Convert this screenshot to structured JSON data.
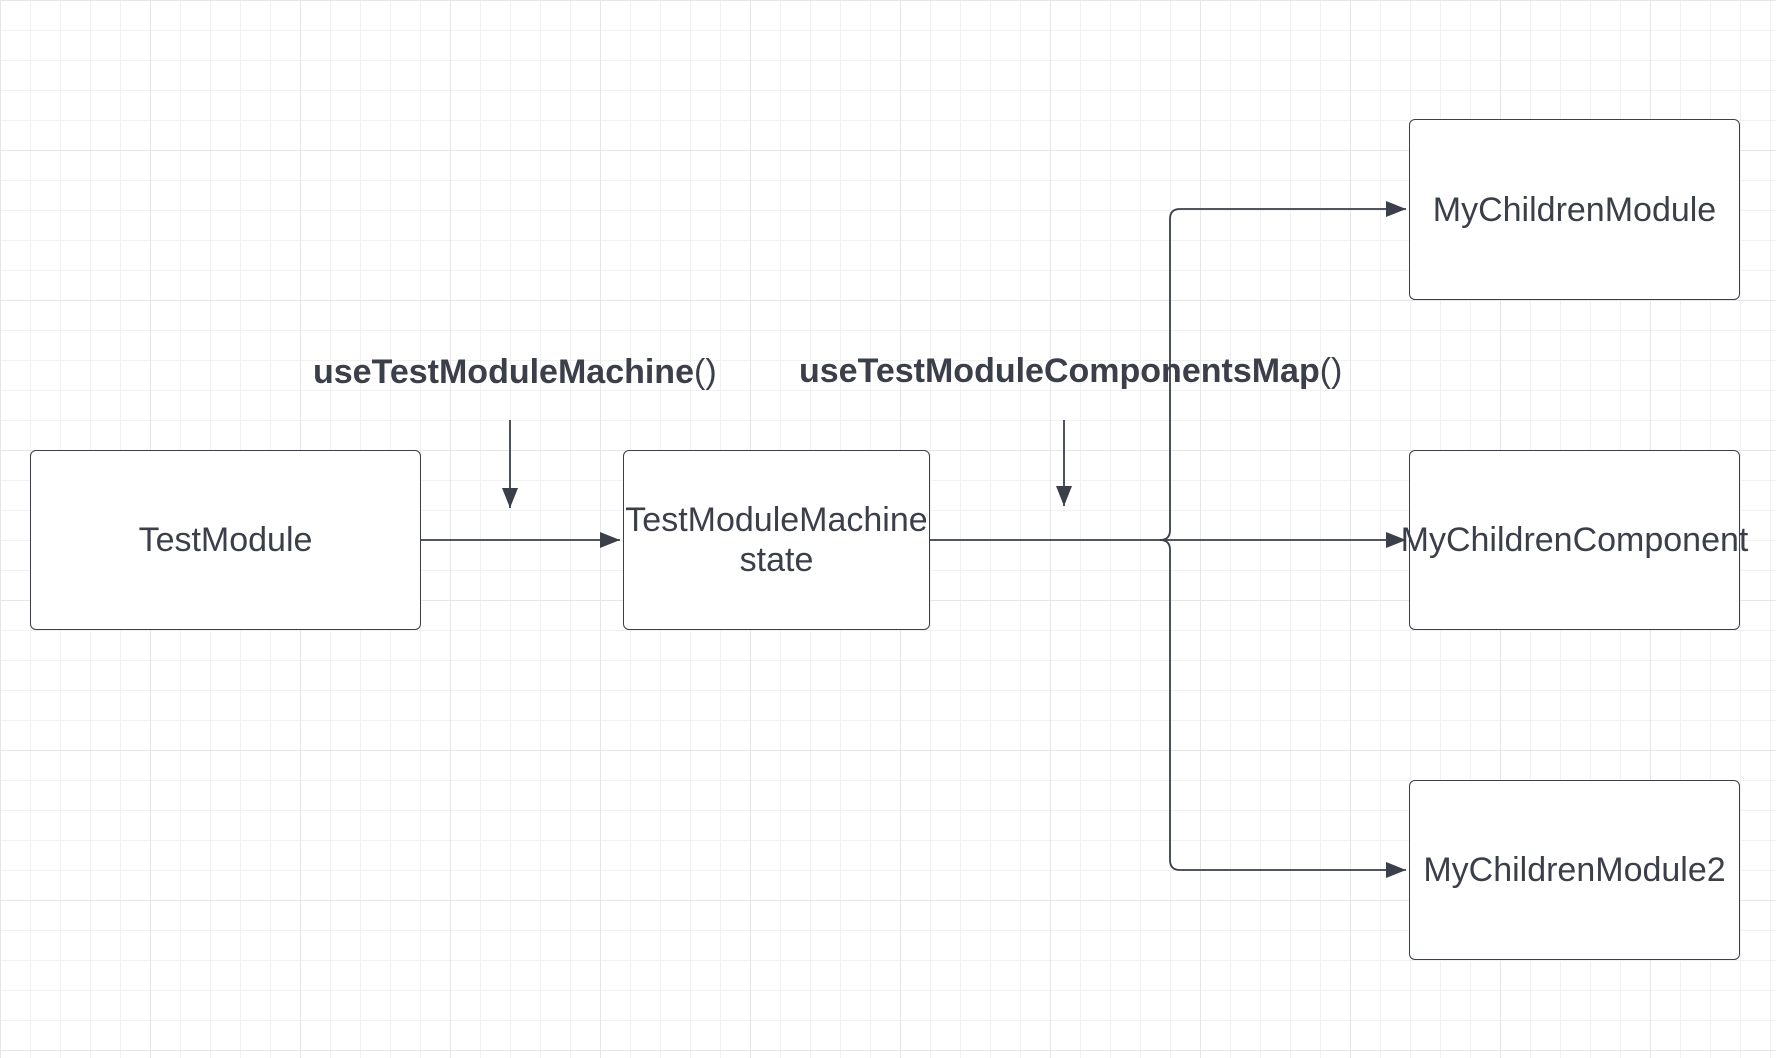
{
  "diagram": {
    "nodes": {
      "test_module": "TestModule",
      "machine_state_line1": "TestModuleMachine",
      "machine_state_line2": "state",
      "children_module": "MyChildrenModule",
      "children_component": "MyChildrenComponent",
      "children_module2": "MyChildrenModule2"
    },
    "edge_labels": {
      "machine_hook_name": "useTestModuleMachine",
      "machine_hook_parens": "()",
      "components_map_hook_name": "useTestModuleComponentsMap",
      "components_map_hook_parens": "()"
    },
    "colors": {
      "stroke": "#3a3f4a",
      "grid_major": "#e6e6e6",
      "grid_minor": "#f1f1f1",
      "background": "#ffffff"
    }
  }
}
